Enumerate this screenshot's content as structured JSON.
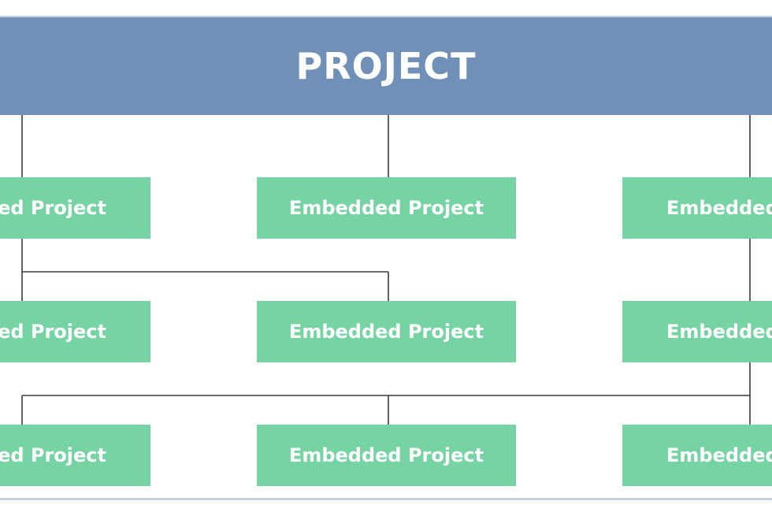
{
  "root": {
    "label": "PROJECT",
    "color": "#7090b8"
  },
  "nodes": [
    {
      "row": 1,
      "col": "left",
      "label": "Embedded Project"
    },
    {
      "row": 1,
      "col": "mid",
      "label": "Embedded Project"
    },
    {
      "row": 1,
      "col": "right",
      "label": "Embedded Project"
    },
    {
      "row": 2,
      "col": "left",
      "label": "Embedded Project"
    },
    {
      "row": 2,
      "col": "mid",
      "label": "Embedded Project"
    },
    {
      "row": 2,
      "col": "right",
      "label": "Embedded Project"
    },
    {
      "row": 3,
      "col": "left",
      "label": "Embedded Project"
    },
    {
      "row": 3,
      "col": "mid",
      "label": "Embedded Project"
    },
    {
      "row": 3,
      "col": "right",
      "label": "Embedded Project"
    }
  ],
  "colors": {
    "node": "#76d4a4",
    "line": "#3a3a3a"
  }
}
